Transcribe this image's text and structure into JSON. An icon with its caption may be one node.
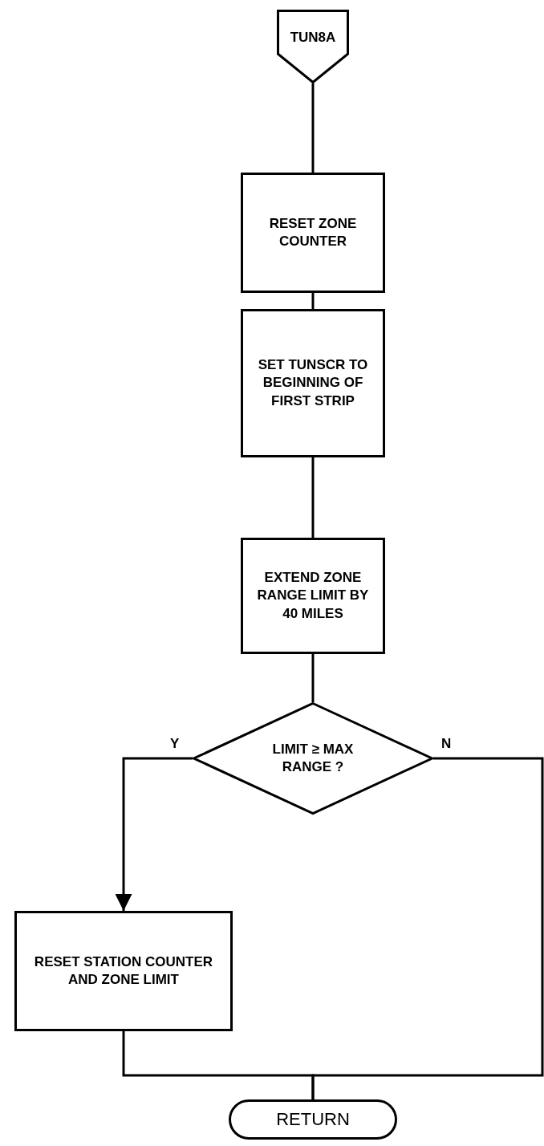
{
  "diagram": {
    "nodes": [
      {
        "text": [
          "TUN8A"
        ]
      },
      {
        "text": [
          "RESET ZONE COUNTER"
        ]
      },
      {
        "text": [
          "SET TUNSCR TO BEGINNING OF FIRST STRIP"
        ]
      },
      {
        "text": [
          "EXTEND ZONE RANGE LIMIT BY 40 MILES"
        ]
      },
      {
        "text": [
          "LIMIT ≥ MAX RANGE ?"
        ]
      },
      {
        "text": [
          "RESET STATION COUNTER AND ZONE LIMIT"
        ]
      },
      {
        "text": [
          "RETURN"
        ]
      }
    ],
    "edges": [
      {
        "from": 0,
        "to": 1,
        "arrow": "none"
      },
      {
        "from": 1,
        "to": 2,
        "arrow": "none"
      },
      {
        "from": 2,
        "to": 3,
        "arrow": "none"
      },
      {
        "from": 3,
        "to": 4,
        "arrow": "none"
      },
      {
        "from": 4,
        "to": 5,
        "arrow": "to",
        "label": "Y"
      },
      {
        "from": 4,
        "to": 6,
        "arrow": "none",
        "label": "N"
      },
      {
        "from": 5,
        "to": 6,
        "arrow": "none"
      }
    ]
  }
}
